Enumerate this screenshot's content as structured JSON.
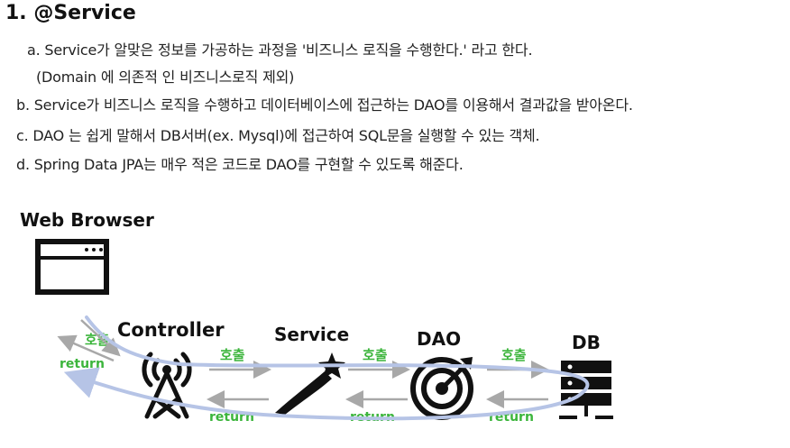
{
  "title": "1. @Service",
  "lines": [
    "a. Service가 알맞은 정보를 가공하는 과정을 '비즈니스 로직을 수행한다.' 라고 한다.",
    "(Domain 에 의존적 인 비즈니스로직 제외)",
    "b. Service가 비즈니스 로직을 수행하고 데이터베이스에 접근하는 DAO를 이용해서 결과값을 받아온다.",
    "c. DAO 는 쉽게 말해서 DB서버(ex. Mysql)에 접근하여 SQL문을 실행할 수 있는 객체.",
    "d. Spring Data JPA는 매우 적은 코드로 DAO를 구현할 수 있도록 해준다."
  ],
  "diagram": {
    "browser_label": "Web Browser",
    "controller_label": "Controller",
    "service_label": "Service",
    "dao_label": "DAO",
    "db_label": "DB",
    "call_label": "호출",
    "return_label": "return",
    "colors": {
      "label_green": "#3cb53c",
      "arrow_gray": "#a8a8a8",
      "loop_blue": "#b6c4e6",
      "icon_black": "#111111"
    },
    "icons": [
      "browser-window-icon",
      "antenna-tower-icon",
      "shooting-star-icon",
      "target-icon",
      "server-rack-icon"
    ]
  }
}
